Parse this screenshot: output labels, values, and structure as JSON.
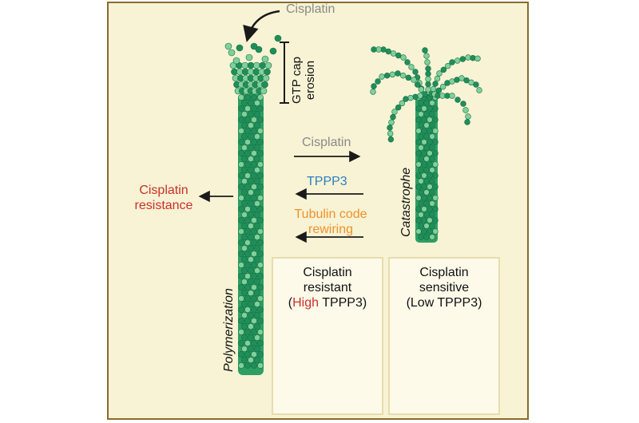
{
  "labels": {
    "cisplatin_top": "Cisplatin",
    "gtp_cap_line1": "GTP cap",
    "gtp_cap_line2": "erosion",
    "cisplatin_arrow": "Cisplatin",
    "tppp3_arrow": "TPPP3",
    "tubulin_line1": "Tubulin code",
    "tubulin_line2": "rewiring",
    "resistance_line1": "Cisplatin",
    "resistance_line2": "resistance",
    "polymerization": "Polymerization",
    "catastrophe": "Catastrophe"
  },
  "panels": {
    "resistant": {
      "line1": "Cisplatin",
      "line2": "resistant",
      "paren_open": "(",
      "highlight": "High",
      "rest": " TPPP3)"
    },
    "sensitive": {
      "line1": "Cisplatin",
      "line2": "sensitive",
      "line3": "(Low TPPP3)"
    }
  },
  "colors": {
    "background": "#f7f3d4",
    "border": "#8b6a2e",
    "microtubule_dark": "#1f8f5a",
    "microtubule_light": "#7fd09a",
    "cisplatin_gray": "#8a8a8a",
    "tppp3_blue": "#2f7fc0",
    "tubulin_orange": "#f0902a",
    "resistance_red": "#c9302c",
    "resistant_cells": "#9cc4e4",
    "sensitive_cells": "#f2a8c6"
  }
}
